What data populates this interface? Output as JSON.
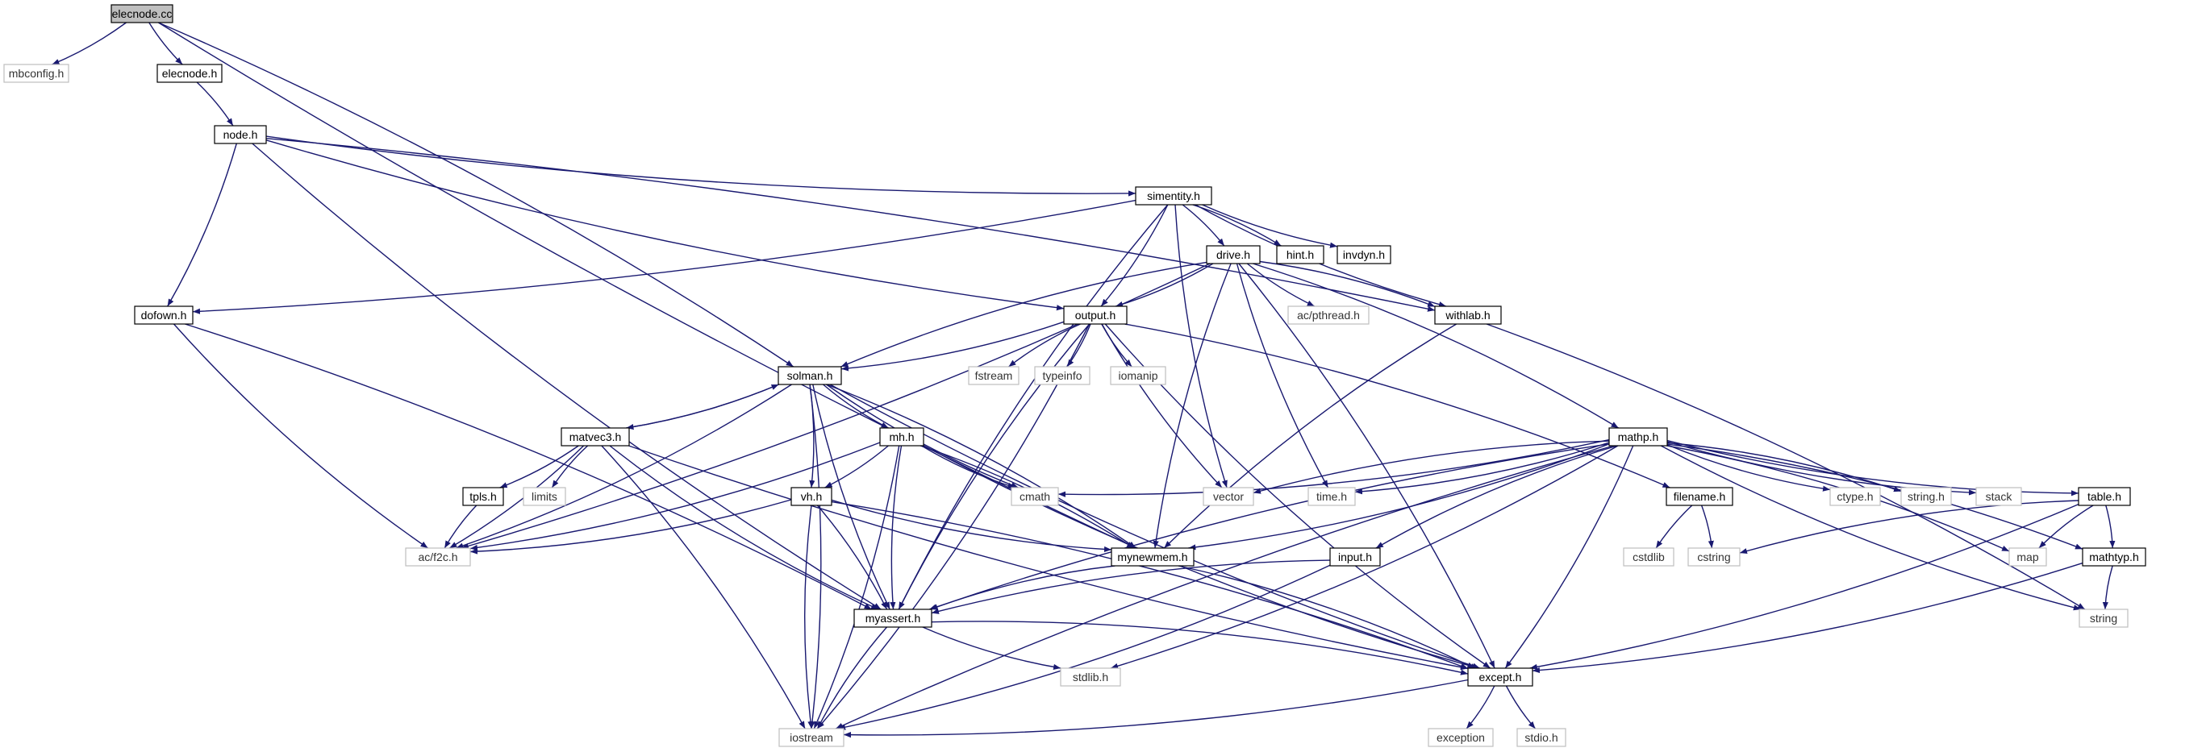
{
  "colors": {
    "edge": "#191970",
    "root_fill": "#bfbfbf",
    "node_border": "#000000",
    "external_border": "#bfbfbf"
  },
  "nodes": [
    {
      "id": "elecnode_cc",
      "label": "elecnode.cc",
      "kind": "root"
    },
    {
      "id": "mbconfig_h",
      "label": "mbconfig.h",
      "kind": "ext"
    },
    {
      "id": "elecnode_h",
      "label": "elecnode.h",
      "kind": "doc"
    },
    {
      "id": "node_h",
      "label": "node.h",
      "kind": "doc"
    },
    {
      "id": "simentity_h",
      "label": "simentity.h",
      "kind": "doc"
    },
    {
      "id": "hint_h",
      "label": "hint.h",
      "kind": "doc"
    },
    {
      "id": "invdyn_h",
      "label": "invdyn.h",
      "kind": "doc"
    },
    {
      "id": "drive_h",
      "label": "drive.h",
      "kind": "doc"
    },
    {
      "id": "withlab_h",
      "label": "withlab.h",
      "kind": "doc"
    },
    {
      "id": "ac_pthread_h",
      "label": "ac/pthread.h",
      "kind": "ext"
    },
    {
      "id": "dofown_h",
      "label": "dofown.h",
      "kind": "doc"
    },
    {
      "id": "output_h",
      "label": "output.h",
      "kind": "doc"
    },
    {
      "id": "fstream",
      "label": "fstream",
      "kind": "ext"
    },
    {
      "id": "typeinfo",
      "label": "typeinfo",
      "kind": "ext"
    },
    {
      "id": "iomanip",
      "label": "iomanip",
      "kind": "ext"
    },
    {
      "id": "solman_h",
      "label": "solman.h",
      "kind": "doc"
    },
    {
      "id": "matvec3_h",
      "label": "matvec3.h",
      "kind": "doc"
    },
    {
      "id": "mh_h",
      "label": "mh.h",
      "kind": "doc"
    },
    {
      "id": "tpls_h",
      "label": "tpls.h",
      "kind": "doc"
    },
    {
      "id": "limits",
      "label": "limits",
      "kind": "ext"
    },
    {
      "id": "cmath",
      "label": "cmath",
      "kind": "ext"
    },
    {
      "id": "vector",
      "label": "vector",
      "kind": "ext"
    },
    {
      "id": "time_h",
      "label": "time.h",
      "kind": "ext"
    },
    {
      "id": "mathp_h",
      "label": "mathp.h",
      "kind": "doc"
    },
    {
      "id": "filename_h",
      "label": "filename.h",
      "kind": "doc"
    },
    {
      "id": "ctype_h",
      "label": "ctype.h",
      "kind": "ext"
    },
    {
      "id": "string_h",
      "label": "string.h",
      "kind": "ext"
    },
    {
      "id": "stack",
      "label": "stack",
      "kind": "ext"
    },
    {
      "id": "table_h",
      "label": "table.h",
      "kind": "doc"
    },
    {
      "id": "vh_h",
      "label": "vh.h",
      "kind": "doc"
    },
    {
      "id": "ac_f2c_h",
      "label": "ac/f2c.h",
      "kind": "ext"
    },
    {
      "id": "mynewmem_h",
      "label": "mynewmem.h",
      "kind": "doc"
    },
    {
      "id": "cstdlib",
      "label": "cstdlib",
      "kind": "ext"
    },
    {
      "id": "cstring",
      "label": "cstring",
      "kind": "ext"
    },
    {
      "id": "input_h",
      "label": "input.h",
      "kind": "doc"
    },
    {
      "id": "map",
      "label": "map",
      "kind": "ext"
    },
    {
      "id": "mathtyp_h",
      "label": "mathtyp.h",
      "kind": "doc"
    },
    {
      "id": "myassert_h",
      "label": "myassert.h",
      "kind": "doc"
    },
    {
      "id": "string",
      "label": "string",
      "kind": "ext"
    },
    {
      "id": "stdlib_h",
      "label": "stdlib.h",
      "kind": "ext"
    },
    {
      "id": "except_h",
      "label": "except.h",
      "kind": "doc"
    },
    {
      "id": "iostream",
      "label": "iostream",
      "kind": "ext"
    },
    {
      "id": "exception",
      "label": "exception",
      "kind": "ext"
    },
    {
      "id": "stdio_h",
      "label": "stdio.h",
      "kind": "ext"
    }
  ],
  "edges": [
    [
      "elecnode_cc",
      "mbconfig_h"
    ],
    [
      "elecnode_cc",
      "elecnode_h"
    ],
    [
      "elecnode_cc",
      "solman_h"
    ],
    [
      "elecnode_cc",
      "mynewmem_h"
    ],
    [
      "elecnode_h",
      "node_h"
    ],
    [
      "node_h",
      "simentity_h"
    ],
    [
      "node_h",
      "withlab_h"
    ],
    [
      "node_h",
      "output_h"
    ],
    [
      "node_h",
      "dofown_h"
    ],
    [
      "node_h",
      "myassert_h"
    ],
    [
      "simentity_h",
      "hint_h"
    ],
    [
      "simentity_h",
      "invdyn_h"
    ],
    [
      "simentity_h",
      "drive_h"
    ],
    [
      "simentity_h",
      "withlab_h"
    ],
    [
      "simentity_h",
      "output_h"
    ],
    [
      "simentity_h",
      "vector"
    ],
    [
      "simentity_h",
      "dofown_h"
    ],
    [
      "simentity_h",
      "myassert_h"
    ],
    [
      "drive_h",
      "withlab_h"
    ],
    [
      "drive_h",
      "ac_pthread_h"
    ],
    [
      "drive_h",
      "output_h"
    ],
    [
      "drive_h",
      "solman_h"
    ],
    [
      "drive_h",
      "ac_f2c_h"
    ],
    [
      "drive_h",
      "time_h"
    ],
    [
      "drive_h",
      "mathp_h"
    ],
    [
      "drive_h",
      "mynewmem_h"
    ],
    [
      "drive_h",
      "except_h"
    ],
    [
      "withlab_h",
      "mynewmem_h"
    ],
    [
      "withlab_h",
      "string"
    ],
    [
      "dofown_h",
      "ac_f2c_h"
    ],
    [
      "dofown_h",
      "myassert_h"
    ],
    [
      "output_h",
      "fstream"
    ],
    [
      "output_h",
      "typeinfo"
    ],
    [
      "output_h",
      "iomanip"
    ],
    [
      "output_h",
      "solman_h"
    ],
    [
      "output_h",
      "vector"
    ],
    [
      "output_h",
      "filename_h"
    ],
    [
      "output_h",
      "except_h"
    ],
    [
      "output_h",
      "iostream"
    ],
    [
      "output_h",
      "myassert_h"
    ],
    [
      "solman_h",
      "matvec3_h"
    ],
    [
      "solman_h",
      "mh_h"
    ],
    [
      "solman_h",
      "vh_h"
    ],
    [
      "solman_h",
      "cmath"
    ],
    [
      "solman_h",
      "ac_f2c_h"
    ],
    [
      "solman_h",
      "myassert_h"
    ],
    [
      "solman_h",
      "mynewmem_h"
    ],
    [
      "solman_h",
      "except_h"
    ],
    [
      "solman_h",
      "iostream"
    ],
    [
      "matvec3_h",
      "solman_h"
    ],
    [
      "matvec3_h",
      "tpls_h"
    ],
    [
      "matvec3_h",
      "limits"
    ],
    [
      "matvec3_h",
      "ac_f2c_h"
    ],
    [
      "matvec3_h",
      "myassert_h"
    ],
    [
      "matvec3_h",
      "iostream"
    ],
    [
      "matvec3_h",
      "except_h"
    ],
    [
      "mh_h",
      "vh_h"
    ],
    [
      "mh_h",
      "cmath"
    ],
    [
      "mh_h",
      "ac_f2c_h"
    ],
    [
      "mh_h",
      "myassert_h"
    ],
    [
      "mh_h",
      "mynewmem_h"
    ],
    [
      "mh_h",
      "except_h"
    ],
    [
      "mh_h",
      "iostream"
    ],
    [
      "tpls_h",
      "ac_f2c_h"
    ],
    [
      "vh_h",
      "ac_f2c_h"
    ],
    [
      "vh_h",
      "mynewmem_h"
    ],
    [
      "vh_h",
      "myassert_h"
    ],
    [
      "vh_h",
      "iostream"
    ],
    [
      "vh_h",
      "except_h"
    ],
    [
      "mathp_h",
      "vector"
    ],
    [
      "mathp_h",
      "time_h"
    ],
    [
      "mathp_h",
      "ctype_h"
    ],
    [
      "mathp_h",
      "string_h"
    ],
    [
      "mathp_h",
      "stack"
    ],
    [
      "mathp_h",
      "map"
    ],
    [
      "mathp_h",
      "table_h"
    ],
    [
      "mathp_h",
      "mathtyp_h"
    ],
    [
      "mathp_h",
      "string"
    ],
    [
      "mathp_h",
      "except_h"
    ],
    [
      "mathp_h",
      "input_h"
    ],
    [
      "mathp_h",
      "stdlib_h"
    ],
    [
      "mathp_h",
      "myassert_h"
    ],
    [
      "mathp_h",
      "mynewmem_h"
    ],
    [
      "mathp_h",
      "iostream"
    ],
    [
      "mathp_h",
      "cmath"
    ],
    [
      "filename_h",
      "cstdlib"
    ],
    [
      "filename_h",
      "cstring"
    ],
    [
      "table_h",
      "map"
    ],
    [
      "table_h",
      "mathtyp_h"
    ],
    [
      "table_h",
      "cstring"
    ],
    [
      "table_h",
      "except_h"
    ],
    [
      "mathtyp_h",
      "string"
    ],
    [
      "mathtyp_h",
      "except_h"
    ],
    [
      "mynewmem_h",
      "myassert_h"
    ],
    [
      "mynewmem_h",
      "except_h"
    ],
    [
      "input_h",
      "myassert_h"
    ],
    [
      "input_h",
      "iostream"
    ],
    [
      "myassert_h",
      "stdlib_h"
    ],
    [
      "myassert_h",
      "except_h"
    ],
    [
      "myassert_h",
      "iostream"
    ],
    [
      "except_h",
      "exception"
    ],
    [
      "except_h",
      "stdio_h"
    ],
    [
      "except_h",
      "iostream"
    ]
  ]
}
